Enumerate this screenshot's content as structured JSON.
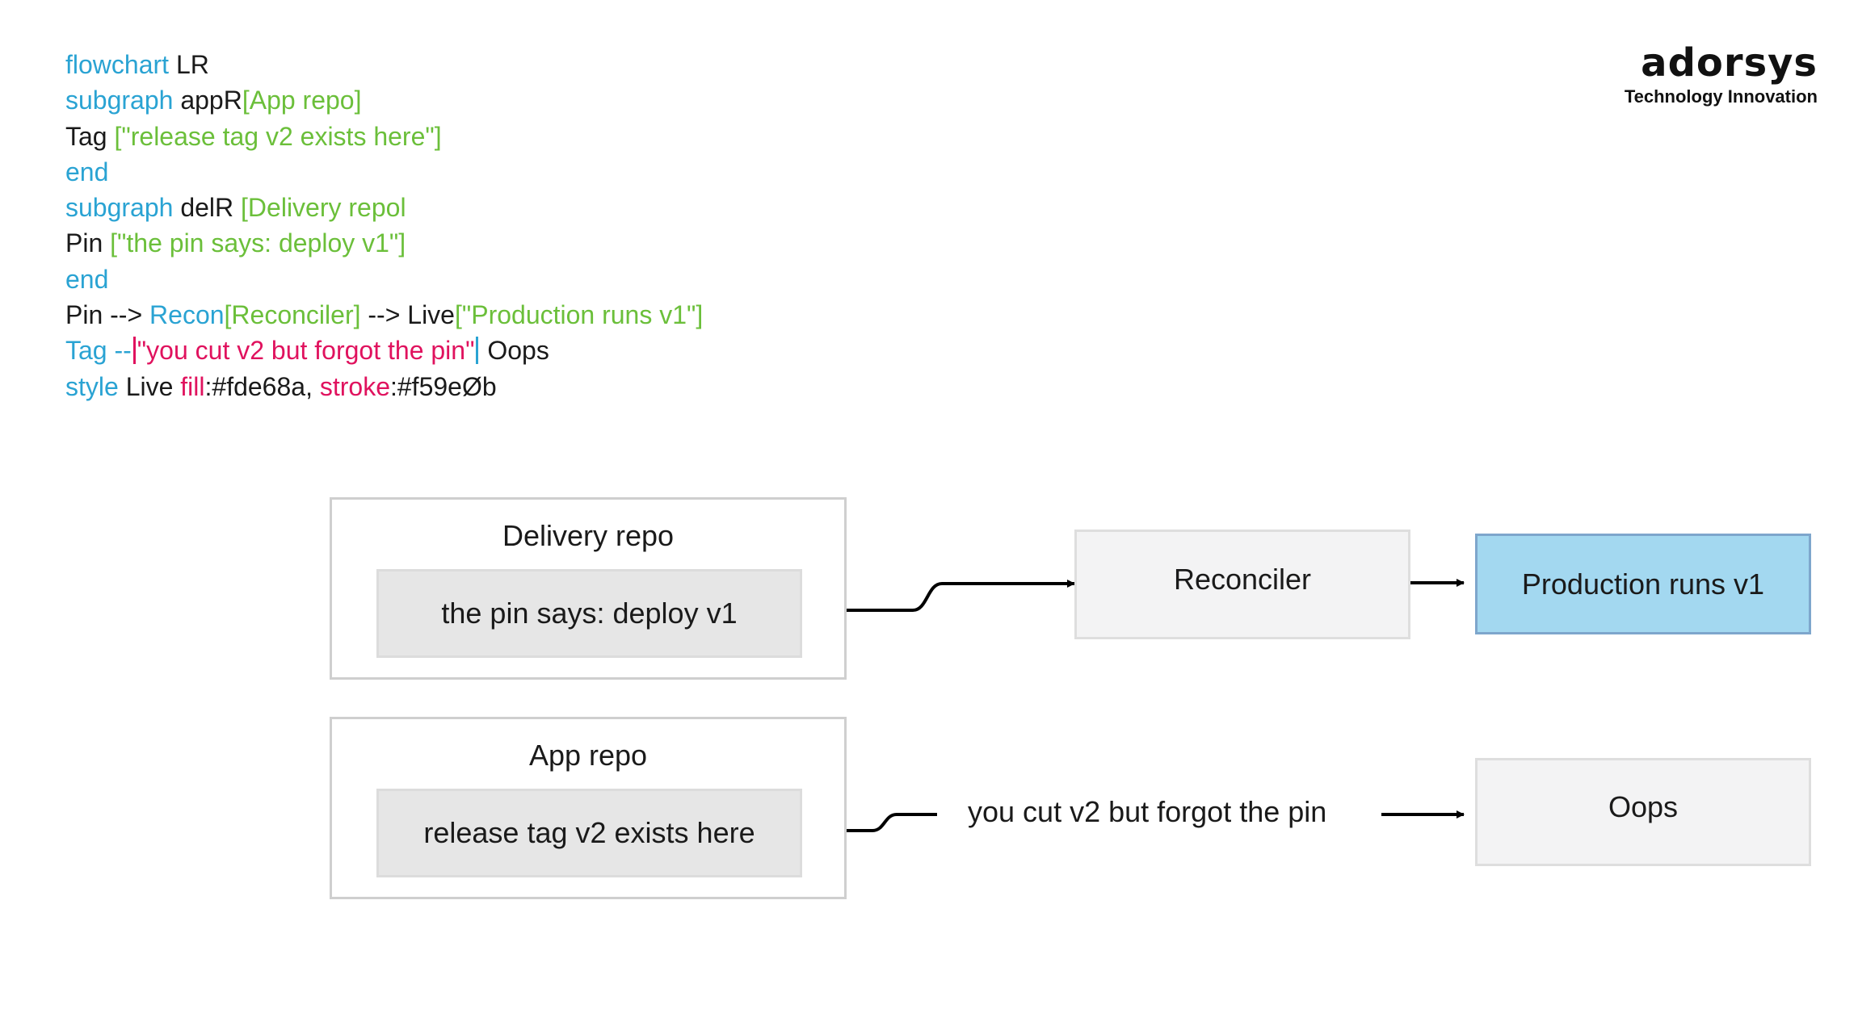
{
  "code_lines": [
    [
      {
        "t": "flowchart",
        "c": "kw"
      },
      {
        "t": " LR",
        "c": "txt"
      }
    ],
    [
      {
        "t": "subgraph",
        "c": "kw"
      },
      {
        "t": " appR",
        "c": "txt"
      },
      {
        "t": "[App repo]",
        "c": "str"
      }
    ],
    [
      {
        "t": "Tag ",
        "c": "txt"
      },
      {
        "t": "[\"release tag v2 exists here\"]",
        "c": "str"
      }
    ],
    [
      {
        "t": "end",
        "c": "kw"
      }
    ],
    [
      {
        "t": "subgraph",
        "c": "kw"
      },
      {
        "t": " delR ",
        "c": "txt"
      },
      {
        "t": "[Delivery repol",
        "c": "str"
      }
    ],
    [
      {
        "t": "Pin ",
        "c": "txt"
      },
      {
        "t": "[\"the pin says: deploy v1\"]",
        "c": "str"
      }
    ],
    [
      {
        "t": "end",
        "c": "kw"
      }
    ],
    [
      {
        "t": "Pin --> ",
        "c": "txt"
      },
      {
        "t": "Recon",
        "c": "kw"
      },
      {
        "t": "[Reconciler]",
        "c": "str"
      },
      {
        "t": " --> Live",
        "c": "txt"
      },
      {
        "t": "[\"Production runs v1\"]",
        "c": "str"
      }
    ],
    [
      {
        "t": "Tag --",
        "c": "kw"
      },
      {
        "t": "",
        "c": "caret-pink"
      },
      {
        "t": "\"you cut v2 but forgot the pin\"",
        "c": "pink"
      },
      {
        "t": "",
        "c": "caret-blue"
      },
      {
        "t": " Oops",
        "c": "txt"
      }
    ],
    [
      {
        "t": "style",
        "c": "kw"
      },
      {
        "t": " Live ",
        "c": "txt"
      },
      {
        "t": "fill",
        "c": "pink"
      },
      {
        "t": ":#fde68a, ",
        "c": "txt"
      },
      {
        "t": "stroke",
        "c": "pink"
      },
      {
        "t": ":#f59eØb",
        "c": "txt"
      }
    ]
  ],
  "logo": {
    "wordmark": "adorsys",
    "tagline": "Technology Innovation"
  },
  "diagram": {
    "delivery_repo": {
      "title": "Delivery repo",
      "pin": "the pin says: deploy v1"
    },
    "app_repo": {
      "title": "App repo",
      "tag": "release tag v2 exists here"
    },
    "reconciler": "Reconciler",
    "live": "Production runs v1",
    "edge_label": "you cut v2 but forgot the pin",
    "oops": "Oops"
  },
  "colors": {
    "keyword": "#2aa3d3",
    "string": "#6bbf3a",
    "pink": "#e0125e",
    "live_fill": "#a3d8f0",
    "live_stroke": "#7ea6cc"
  }
}
